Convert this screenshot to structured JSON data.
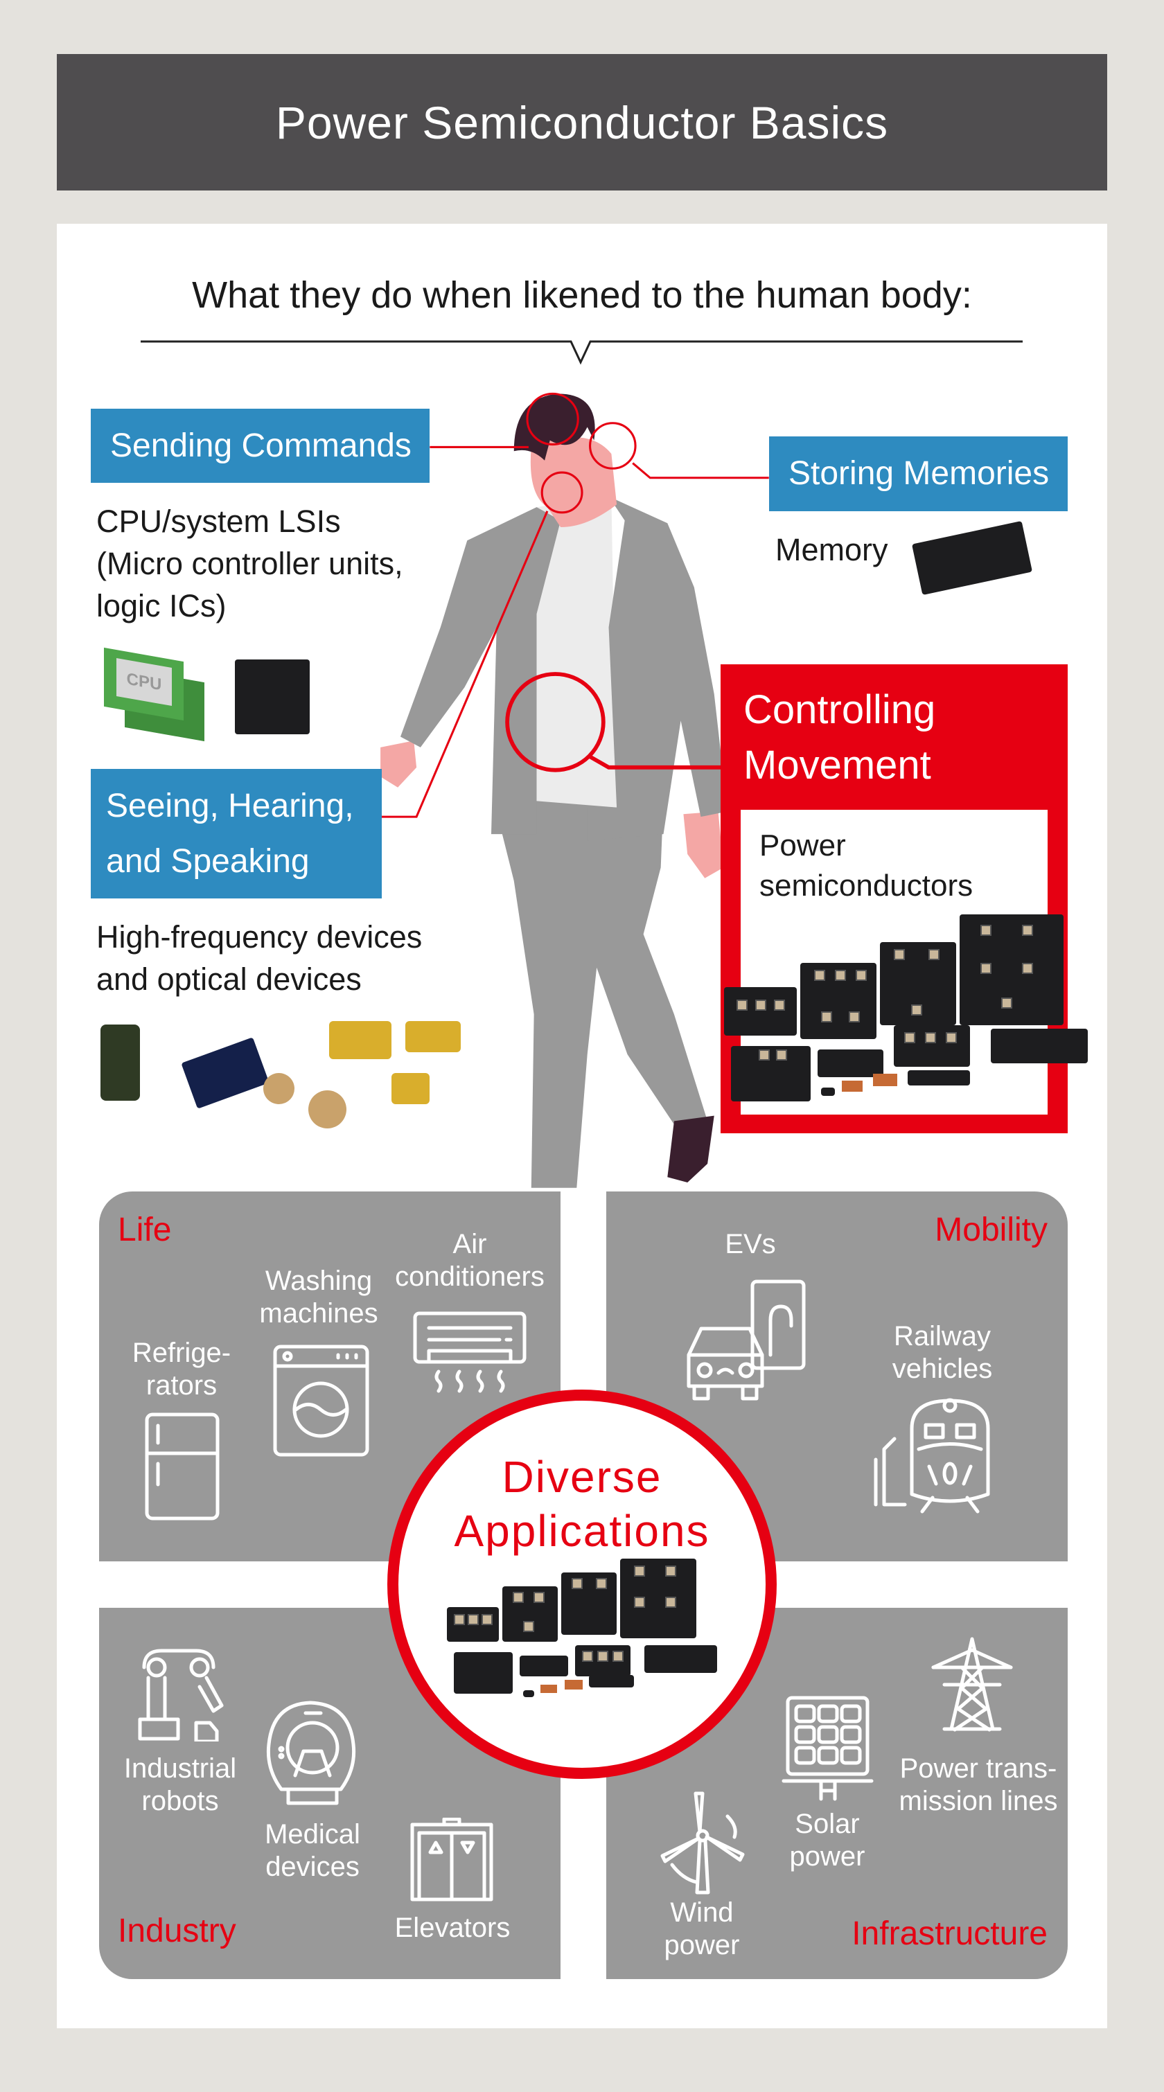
{
  "title": "Power Semiconductor Basics",
  "subtitle": "What they do when likened to the human body:",
  "roles": {
    "sending": {
      "label": "Sending Commands",
      "desc": [
        "CPU/system LSIs",
        "(Micro controller units,",
        "logic ICs)"
      ],
      "image_text": "CPU"
    },
    "storing": {
      "label": "Storing Memories",
      "desc": "Memory"
    },
    "seeing": {
      "label": [
        "Seeing, Hearing,",
        "and Speaking"
      ],
      "desc": [
        "High-frequency devices",
        "and optical devices"
      ]
    },
    "controlling": {
      "label": [
        "Controlling",
        "Movement"
      ],
      "desc": [
        "Power",
        "semiconductors"
      ]
    }
  },
  "applications": {
    "center": [
      "Diverse",
      "Applications"
    ],
    "life": {
      "label": "Life",
      "items": {
        "refrigerators": [
          "Refrige-",
          "rators"
        ],
        "washing": [
          "Washing",
          "machines"
        ],
        "air": [
          "Air",
          "conditioners"
        ]
      }
    },
    "mobility": {
      "label": "Mobility",
      "items": {
        "evs": [
          "EVs"
        ],
        "railway": [
          "Railway",
          "vehicles"
        ]
      }
    },
    "industry": {
      "label": "Industry",
      "items": {
        "robots": [
          "Industrial",
          "robots"
        ],
        "medical": [
          "Medical",
          "devices"
        ],
        "elevators": [
          "Elevators"
        ]
      }
    },
    "infrastructure": {
      "label": "Infrastructure",
      "items": {
        "wind": [
          "Wind",
          "power"
        ],
        "solar": [
          "Solar",
          "power"
        ],
        "power": [
          "Power trans-",
          "mission lines"
        ]
      }
    }
  },
  "colors": {
    "accent_red": "#e60012",
    "blue": "#2e8bc0",
    "header": "#4f4d4f",
    "quadrant": "#999999"
  }
}
